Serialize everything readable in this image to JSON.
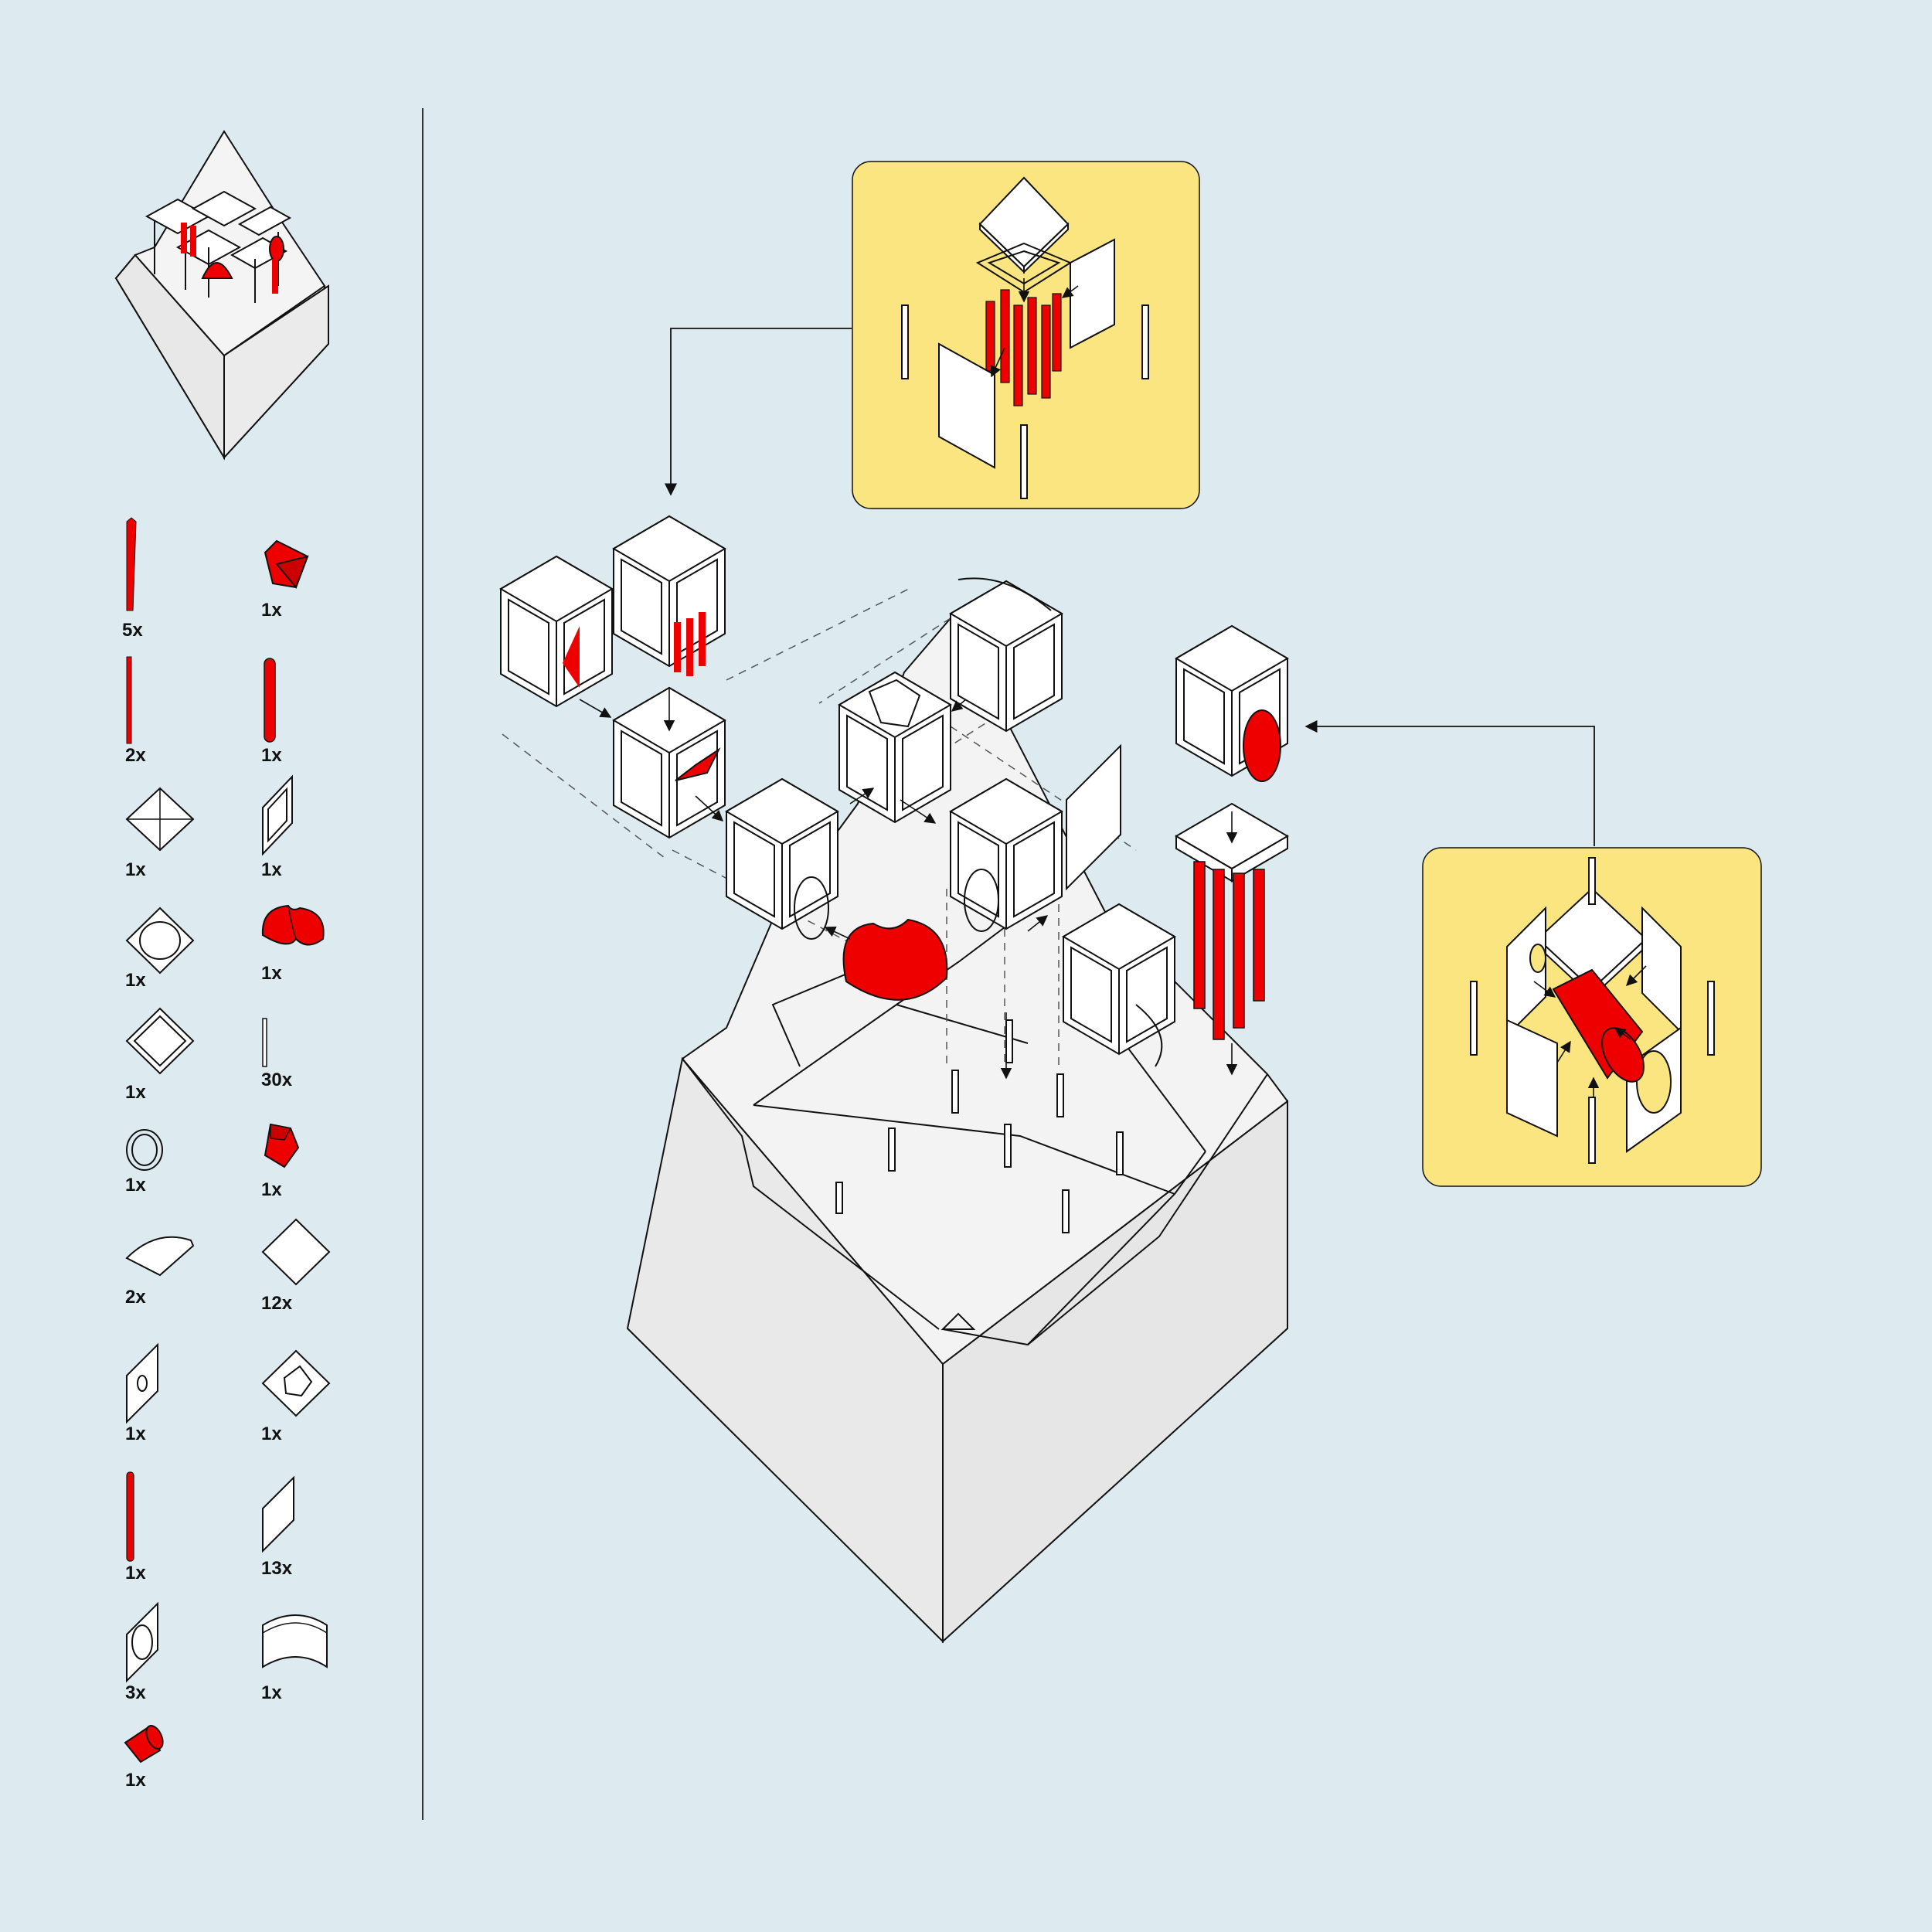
{
  "colors": {
    "background": "#ddeaf0",
    "accent_red": "#ee0000",
    "callout_yellow": "#fbe580",
    "base_grey": "#e8e8e8",
    "base_top": "#f2f2f2",
    "line": "#111111"
  },
  "parts": [
    {
      "icon": "tall-red-post-icon",
      "qty": "5x"
    },
    {
      "icon": "red-wedge-block-icon",
      "qty": "1x"
    },
    {
      "icon": "short-red-rod-icon",
      "qty": "2x"
    },
    {
      "icon": "red-cylinder-rod-icon",
      "qty": "1x"
    },
    {
      "icon": "pyramid-roof-icon",
      "qty": "1x"
    },
    {
      "icon": "square-frame-icon",
      "qty": "1x"
    },
    {
      "icon": "round-hole-tile-icon",
      "qty": "1x"
    },
    {
      "icon": "red-elbow-tube-icon",
      "qty": "1x"
    },
    {
      "icon": "square-ring-tile-icon",
      "qty": "1x"
    },
    {
      "icon": "thin-peg-icon",
      "qty": "30x"
    },
    {
      "icon": "ring-icon",
      "qty": "1x"
    },
    {
      "icon": "red-pentagon-block-icon",
      "qty": "1x"
    },
    {
      "icon": "curved-roof-tile-icon",
      "qty": "2x"
    },
    {
      "icon": "flat-square-tile-icon",
      "qty": "12x"
    },
    {
      "icon": "small-hole-panel-icon",
      "qty": "1x"
    },
    {
      "icon": "pentagon-hole-tile-icon",
      "qty": "1x"
    },
    {
      "icon": "long-red-rod-icon",
      "qty": "1x"
    },
    {
      "icon": "flat-side-panel-icon",
      "qty": "13x"
    },
    {
      "icon": "round-hole-panel-icon",
      "qty": "3x"
    },
    {
      "icon": "curved-wall-panel-icon",
      "qty": "1x"
    },
    {
      "icon": "red-cone-tube-icon",
      "qty": "1x"
    }
  ]
}
